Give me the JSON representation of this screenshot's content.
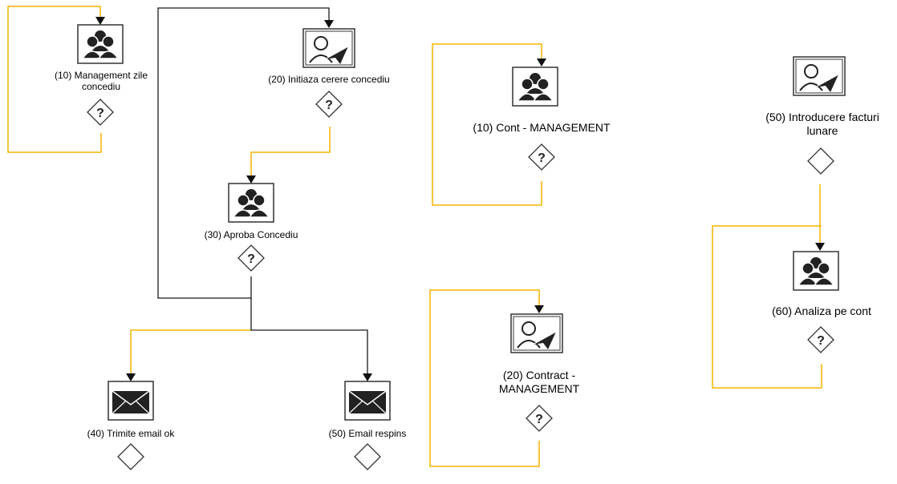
{
  "colors": {
    "connector_active": "#f5b400",
    "connector_default": "#1a1a1a",
    "icon_fill": "#222222",
    "icon_frame": "#333333"
  },
  "nodes": {
    "management_zile": {
      "label_1": "(10) Management zile",
      "label_2": "concediu",
      "icon": "group-icon",
      "gateway": "question-gateway-icon"
    },
    "initiaza": {
      "label_1": "(20) Initiaza cerere concediu",
      "icon": "user-send-icon",
      "gateway": "question-gateway-icon"
    },
    "aproba": {
      "label_1": "(30) Aproba Concediu",
      "icon": "group-icon",
      "gateway": "question-gateway-icon"
    },
    "trimite": {
      "label_1": "(40) Trimite email ok",
      "icon": "envelope-icon",
      "gateway": "empty-gateway-icon"
    },
    "email_respins": {
      "label_1": "(50) Email respins",
      "icon": "envelope-icon",
      "gateway": "empty-gateway-icon"
    },
    "cont_management": {
      "label_1": "(10) Cont - MANAGEMENT",
      "icon": "group-icon",
      "gateway": "question-gateway-icon"
    },
    "contract_management": {
      "label_1": "(20) Contract -",
      "label_2": "MANAGEMENT",
      "icon": "user-send-icon",
      "gateway": "question-gateway-icon"
    },
    "introducere": {
      "label_1": "(50) Introducere facturi",
      "label_2": "lunare",
      "icon": "user-send-icon",
      "gateway": "empty-gateway-icon"
    },
    "analiza": {
      "label_1": "(60) Analiza pe cont",
      "icon": "group-icon",
      "gateway": "question-gateway-icon"
    }
  }
}
